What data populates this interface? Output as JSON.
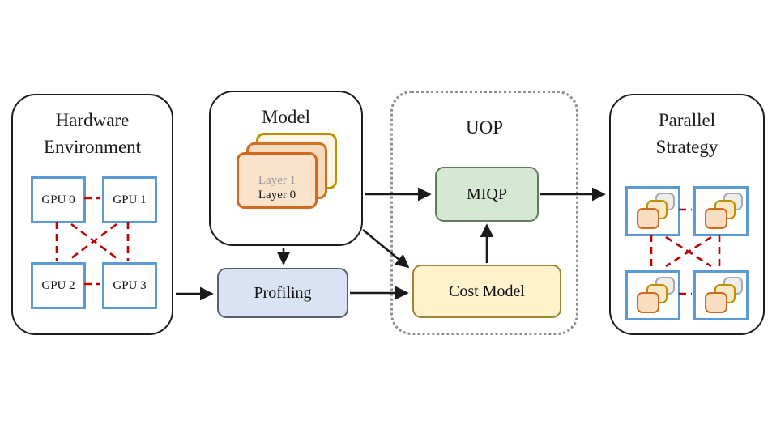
{
  "hardware": {
    "title_lines": [
      "Hardware",
      "Environment"
    ],
    "gpus": [
      "GPU 0",
      "GPU 1",
      "GPU 2",
      "GPU 3"
    ]
  },
  "model": {
    "title": "Model",
    "layers": [
      "Layer 1",
      "Layer 0"
    ]
  },
  "profiling": {
    "label": "Profiling"
  },
  "uop": {
    "title": "UOP",
    "miqp_label": "MIQP",
    "cost_model_label": "Cost Model"
  },
  "parallel_strategy": {
    "title_lines": [
      "Parallel",
      "Strategy"
    ]
  },
  "colors": {
    "gpu_border_blue": "#5B9BD5",
    "interconnect_red": "#C00000",
    "miqp_fill_green": "#D5E8D4",
    "cost_model_fill_yellow": "#FFF2CC",
    "profiling_fill_blue": "#DAE3F3",
    "layer_border_orange": "#D2691E",
    "layer_border_gold": "#BF9000",
    "panel_border": "#1C1C1C",
    "uop_border_dotted_gray": "#8F8F8F"
  }
}
